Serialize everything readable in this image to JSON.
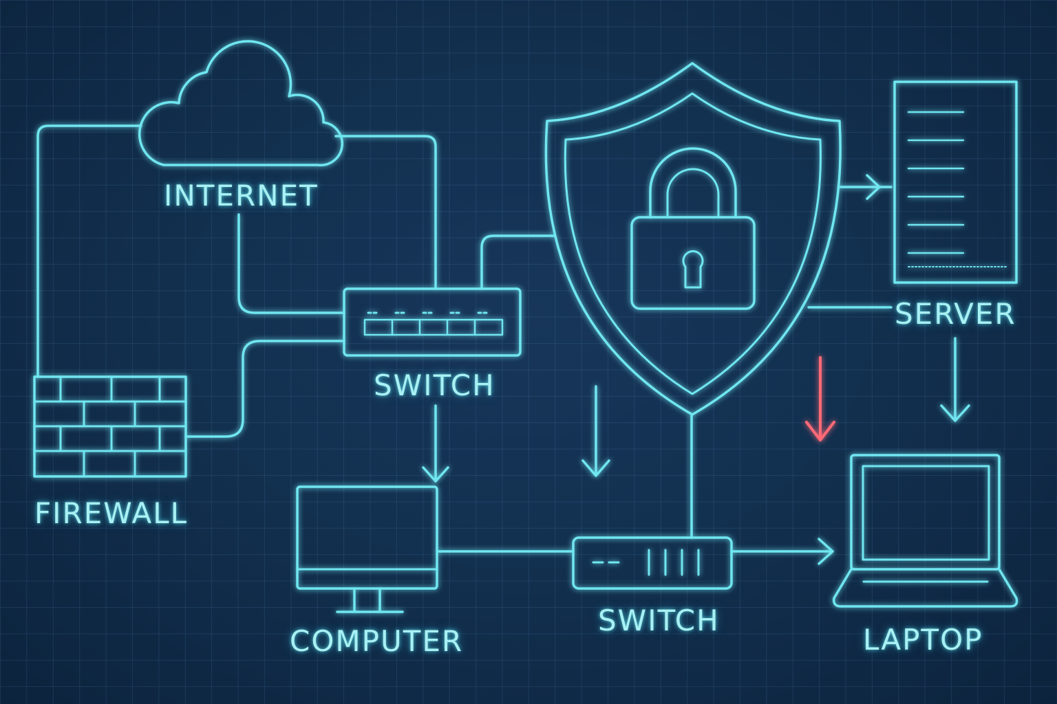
{
  "labels": {
    "internet": "INTERNET",
    "switch_top": "SWITCH",
    "firewall": "FIREWALL",
    "computer": "COMPUTER",
    "switch_bottom": "SWITCH",
    "server": "SERVER",
    "laptop": "LAPTOP"
  },
  "colors": {
    "background": "#12304f",
    "grid": "#2a4f78",
    "line": "#5ee6f0",
    "label": "#a9f0f4",
    "alert_arrow": "#ff6b78"
  },
  "icons": [
    "cloud-icon",
    "switch-icon",
    "firewall-icon",
    "shield-icon",
    "lock-icon",
    "server-icon",
    "computer-icon",
    "laptop-icon"
  ]
}
